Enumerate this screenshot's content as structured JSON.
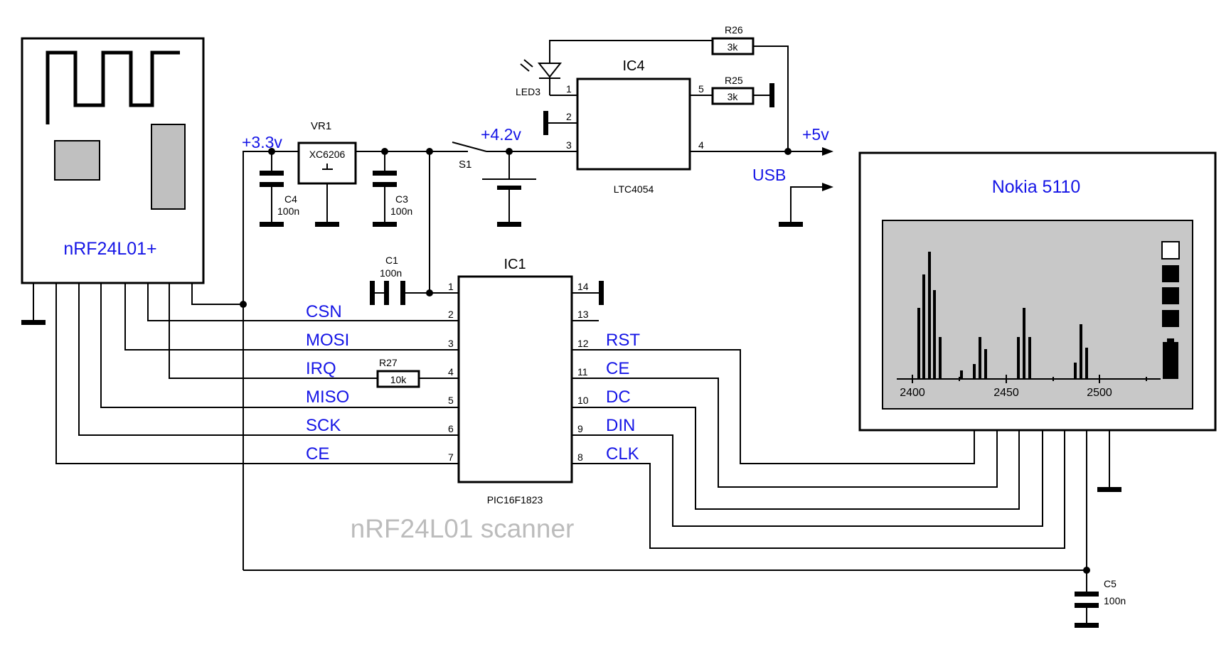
{
  "modules": {
    "rf": {
      "label": "nRF24L01+"
    },
    "lcd": {
      "label": "Nokia 5110",
      "axis_labels": [
        "2400",
        "2450",
        "2500"
      ]
    }
  },
  "rails": {
    "v33": "+3.3v",
    "v42": "+4.2v",
    "v5": "+5v",
    "usb": "USB"
  },
  "components": {
    "vr1": {
      "ref": "VR1",
      "part": "XC6206"
    },
    "ic4": {
      "ref": "IC4",
      "part": "LTC4054"
    },
    "ic1": {
      "ref": "IC1",
      "part": "PIC16F1823"
    },
    "r25": {
      "ref": "R25",
      "value": "3k"
    },
    "r26": {
      "ref": "R26",
      "value": "3k"
    },
    "r27": {
      "ref": "R27",
      "value": "10k"
    },
    "c1": {
      "ref": "C1",
      "value": "100n"
    },
    "c3": {
      "ref": "C3",
      "value": "100n"
    },
    "c4": {
      "ref": "C4",
      "value": "100n"
    },
    "c5": {
      "ref": "C5",
      "value": "100n"
    },
    "led3": {
      "ref": "LED3"
    },
    "s1": {
      "ref": "S1"
    }
  },
  "ic4_pins": [
    "1",
    "2",
    "3",
    "4",
    "5"
  ],
  "ic1_pins_left": [
    "1",
    "2",
    "3",
    "4",
    "5",
    "6",
    "7"
  ],
  "ic1_pins_right": [
    "14",
    "13",
    "12",
    "11",
    "10",
    "9",
    "8"
  ],
  "signals_left": [
    "CSN",
    "MOSI",
    "IRQ",
    "MISO",
    "SCK",
    "CE"
  ],
  "signals_right": [
    "RST",
    "CE",
    "DC",
    "DIN",
    "CLK"
  ],
  "watermark": "nRF24L01 scanner",
  "colors": {
    "label_blue": "#1515e6",
    "lcd_screen": "#c8c8c8",
    "chip_grey": "#c0c0c0",
    "watermark": "#bcbcbc"
  }
}
